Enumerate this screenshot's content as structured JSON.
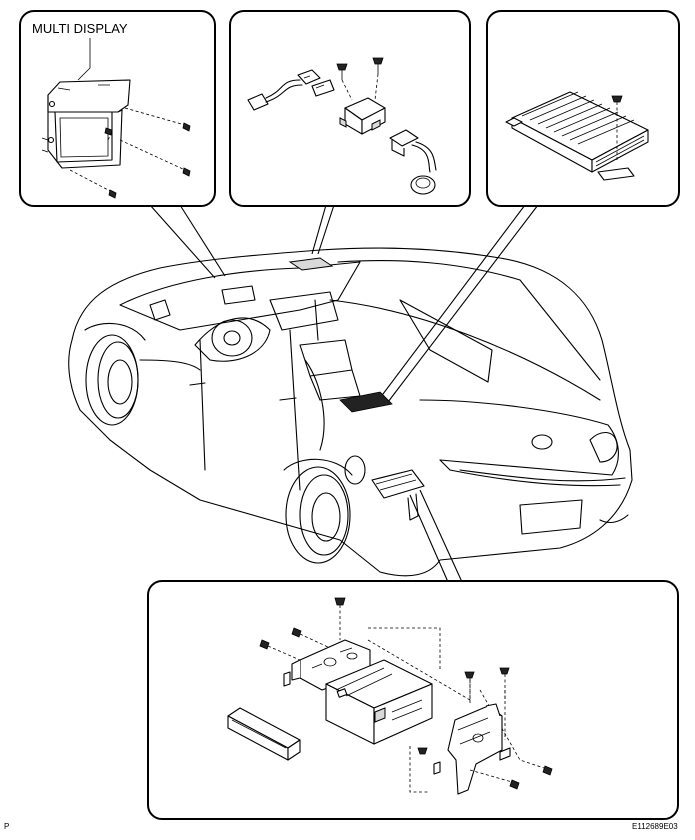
{
  "labels": {
    "multi_display": "MULTI DISPLAY",
    "corner_left": "P",
    "figure_code": "E112689E03"
  },
  "panels": [
    {
      "id": "multi-display-panel",
      "content": "multi display unit with screws"
    },
    {
      "id": "harness-panel",
      "content": "wire harness and module with bolts"
    },
    {
      "id": "amplifier-panel",
      "content": "amplifier unit with bolt"
    },
    {
      "id": "navigation-panel",
      "content": "navigation ECU with brackets and bolts"
    }
  ]
}
